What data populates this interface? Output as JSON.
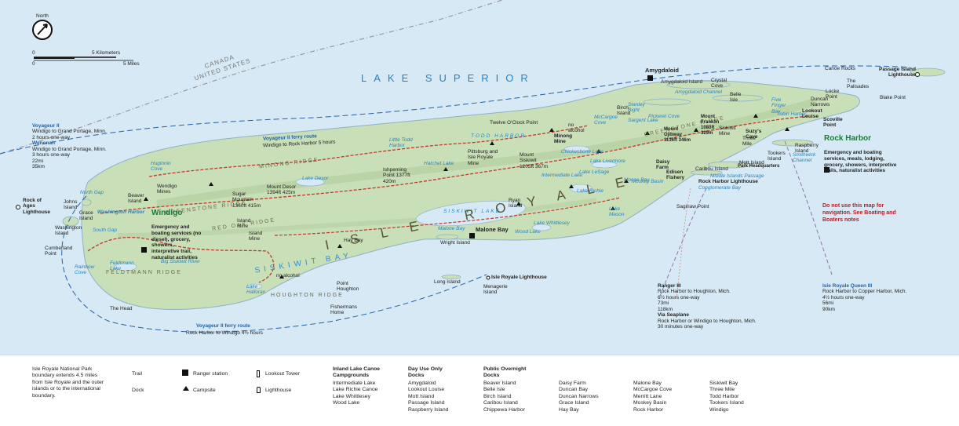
{
  "compass": {
    "label": "North"
  },
  "scale": {
    "km_zero": "0",
    "km_label": "5 Kilometers",
    "mi_zero": "0",
    "mi_label": "5 Miles"
  },
  "border": {
    "north": "CANADA",
    "south": "UNITED STATES"
  },
  "water": {
    "lake_superior": "LAKE SUPERIOR",
    "siskiwit_bay": "SISKIWIT BAY",
    "siskiwit_lake": "SISKIWIT LAKE",
    "todd_harbor": "TODD HARBOR",
    "washington_harbor": "Washington Harbor",
    "north_gap": "North Gap",
    "south_gap": "South Gap",
    "rainbow_cove": "Rainbow Cove",
    "big_siskiwit": "Big Siskiwit River",
    "lake_desor": "Lake Desor",
    "intermediate_lake": "Intermediate Lake",
    "lake_richie": "Lake Richie",
    "lake_livermore": "Lake Livermore",
    "lake_lesage": "Lake LeSage",
    "chickenbone": "Chickenbone Lake",
    "hatchet_lake": "Hatchet Lake",
    "lake_halloran": "Lake Halloran",
    "feldtmann_lake": "Feldtmann Lake",
    "moose_bay": "Moose Bay",
    "conglomerate_bay": "Conglomerate Bay",
    "amygdaloid_channel": "Amygdaloid Channel",
    "tobin_harbor": "Tobin Harbor",
    "moskey_basin": "Moskey Basin",
    "lake_whittlesey": "Lake Whittlesey",
    "wood_lake": "Wood Lake",
    "smithwick": "Smithwick Channel",
    "middle_passage": "Middle Islands Passage",
    "malone_bay_w": "Malone Bay"
  },
  "ridges": {
    "greenstone_w": "GREENSTONE RIDGE",
    "greenstone_e": "GREENSTONE RIDGE",
    "minong": "MINONG RIDGE",
    "feldtmann": "FELDTMANN RIDGE",
    "houghton": "HOUGHTON RIDGE",
    "red_oak": "RED OAK RIDGE",
    "isle_royale": "ISLE ROYALE"
  },
  "places": {
    "amygdaloid": "Amygdaloid",
    "amygdaloid_island": "Amygdaloid Island",
    "rock_harbor_title": "Rock Harbor",
    "windigo_title": "Windigo",
    "malone_bay": "Malone Bay",
    "passage_island": "Passage Island Lighthouse",
    "rock_of_ages": "Rock of Ages Lighthouse",
    "isle_royale_lh": "Isle Royale Lighthouse",
    "menagerie": "Menagerie Island",
    "long_island": "Long Island",
    "wright_island": "Wright Island",
    "the_head": "The Head",
    "cumberland_pt": "Cumberland Point",
    "washington_isl": "Washington Island",
    "johns_isl": "Johns Island",
    "grace_isl": "Grace Island",
    "beaver_isl": "Beaver Island",
    "wendigo_mines": "Wendigo Mines",
    "huginnin": "Huginnin Cove",
    "sugar_mtn": "Sugar Mountain 1360ft 415m",
    "mount_desor": "Mount Desor 1394ft 425m",
    "island_mine": "Island Mine",
    "hay_bay": "Hay Bay",
    "pt_houghton": "Point Houghton",
    "fishermans": "Fishermans Home",
    "little_todd": "Little Todd Harbor",
    "pittsburg": "Pittsburg and Isle Royale Mine",
    "ishpeming": "Ishpeming Point 1377ft 420m",
    "mount_siskiwit": "Mount Siskiwit 1205ft 367m",
    "twelve_oclock": "Twelve O'Clock Point",
    "minong_mine": "Minong Mine",
    "mount_ojibway": "Mount Ojibway 1136ft 346m",
    "mount_franklin": "Mount Franklin 1080ft 329m",
    "daisy_farm": "Daisy Farm",
    "edisen": "Edisen Fishery",
    "caribou_isl": "Caribou Island",
    "mott_isl": "Mott Island",
    "park_hq": "Park Headquarters",
    "rh_lighthouse": "Rock Harbor Lighthouse",
    "tookers": "Tookers Island",
    "raspberry": "Raspberry Island",
    "scoville": "Scoville Point",
    "blake_pt": "Blake Point",
    "locke_pt": "Locke Point",
    "the_palisades": "The Palisades",
    "canoe_rocks": "Canoe Rocks",
    "duncan_narrows": "Duncan Narrows",
    "lookout_louise": "Lookout Louise",
    "crystal_cove": "Crystal Cove",
    "belle_isle": "Belle Isle",
    "birch_isl": "Birch Island",
    "sargent_lake": "Sargent Lake",
    "three_mile": "Three Mile",
    "siskiwit_mine": "Siskiwit Mine",
    "suzys_cave": "Suzy's Cave",
    "sagehaw": "Saginaw Point",
    "no_alcohol": "no alcohol",
    "no_alcohol2": "no alcohol",
    "mccargoe": "McCargoe Cove",
    "stanley": "Stanley Bight",
    "pickerel": "Pickerel Cove",
    "five_finger": "Five Finger Bay",
    "lake_mason": "Lake Mason",
    "ryan_isl": "Ryan Island"
  },
  "info_centers": {
    "windigo_body": "Emergency and boating services (no diesel), grocery, showers, interpretive trail, naturalist activities",
    "rock_harbor_body": "Emergency and boating services, meals, lodging, grocery, showers, interpretive trails, naturalist activities"
  },
  "routes": {
    "voyageur_top": "Voyageur II ferry route",
    "voyageur_top_sub": "Windigo to Rock Harbor 5 hours",
    "voyageur_bottom": "Voyageur II ferry route",
    "voyageur_bottom_sub": "Rock Harbor to Windigo 4½ hours",
    "voyageur_box_title1": "Voyageur II",
    "voyageur_box_line1": "Windigo to Grand Portage, Minn.",
    "voyageur_box_line2": "2 hours one-way",
    "voyageur_box_title2": "Wenonah",
    "voyageur_box_line3": "Windigo to Grand Portage, Minn.",
    "voyageur_box_line4": "3 hours one-way",
    "voyageur_box_line5": "22mi",
    "voyageur_box_line6": "35km",
    "ranger_title": "Ranger III",
    "ranger_l1": "Rock Harbor to Houghton, Mich.",
    "ranger_l2": "6½ hours one-way",
    "ranger_l3": "73mi",
    "ranger_l4": "118km",
    "seaplane_title": "Via Seaplane",
    "seaplane_l1": "Rock Harbor or Windigo to Houghton, Mich.",
    "seaplane_l2": "30 minutes one-way",
    "queen_title": "Isle Royale Queen III",
    "queen_l1": "Rock Harbor to Copper Harbor, Mich.",
    "queen_l2": "4½ hours one-way",
    "queen_l3": "56mi",
    "queen_l4": "90km"
  },
  "warning": "Do not use this map for navigation. See Boating and Boaters notes",
  "legend": {
    "boundary_note": "Isle Royale National Park boundary extends 4.5 miles from Isle Royale and the outer islands or to the international boundary.",
    "trail": "Trail",
    "dock": "Dock",
    "ranger_station": "Ranger station",
    "campsite": "Campsite",
    "lookout_tower": "Lookout Tower",
    "lighthouse": "Lighthouse",
    "inland_title": "Inland Lake Canoe Campgrounds",
    "inland": [
      "Intermediate Lake",
      "Lake Richie Canoe",
      "Lake Whittlesey",
      "Wood Lake"
    ],
    "dayuse_title": "Day Use Only Docks",
    "dayuse": [
      "Amygdaloid",
      "Lookout Louise",
      "Mott Island",
      "Passage Island",
      "Raspberry Island"
    ],
    "overnight_title": "Public Overnight Docks",
    "overnight_col1": [
      "Beaver Island",
      "Belle Isle",
      "Birch Island",
      "Caribou Island",
      "Chippewa Harbor"
    ],
    "overnight_col2": [
      "Daisy Farm",
      "Duncan Bay",
      "Duncan Narrows",
      "Grace Island",
      "Hay Bay"
    ],
    "overnight_col3": [
      "Malone Bay",
      "McCargoe Cove",
      "Merritt Lane",
      "Moskey Basin",
      "Rock Harbor"
    ],
    "overnight_col4": [
      "Siskiwit Bay",
      "Three Mile",
      "Todd Harbor",
      "Tookers Island",
      "Windigo"
    ]
  },
  "colors": {
    "water": "#d6e9f4",
    "land": "#c9dfb8",
    "trail": "#c0392b",
    "route": "#2561a6",
    "info": "#1e7a3a",
    "warn": "#b5202a"
  }
}
